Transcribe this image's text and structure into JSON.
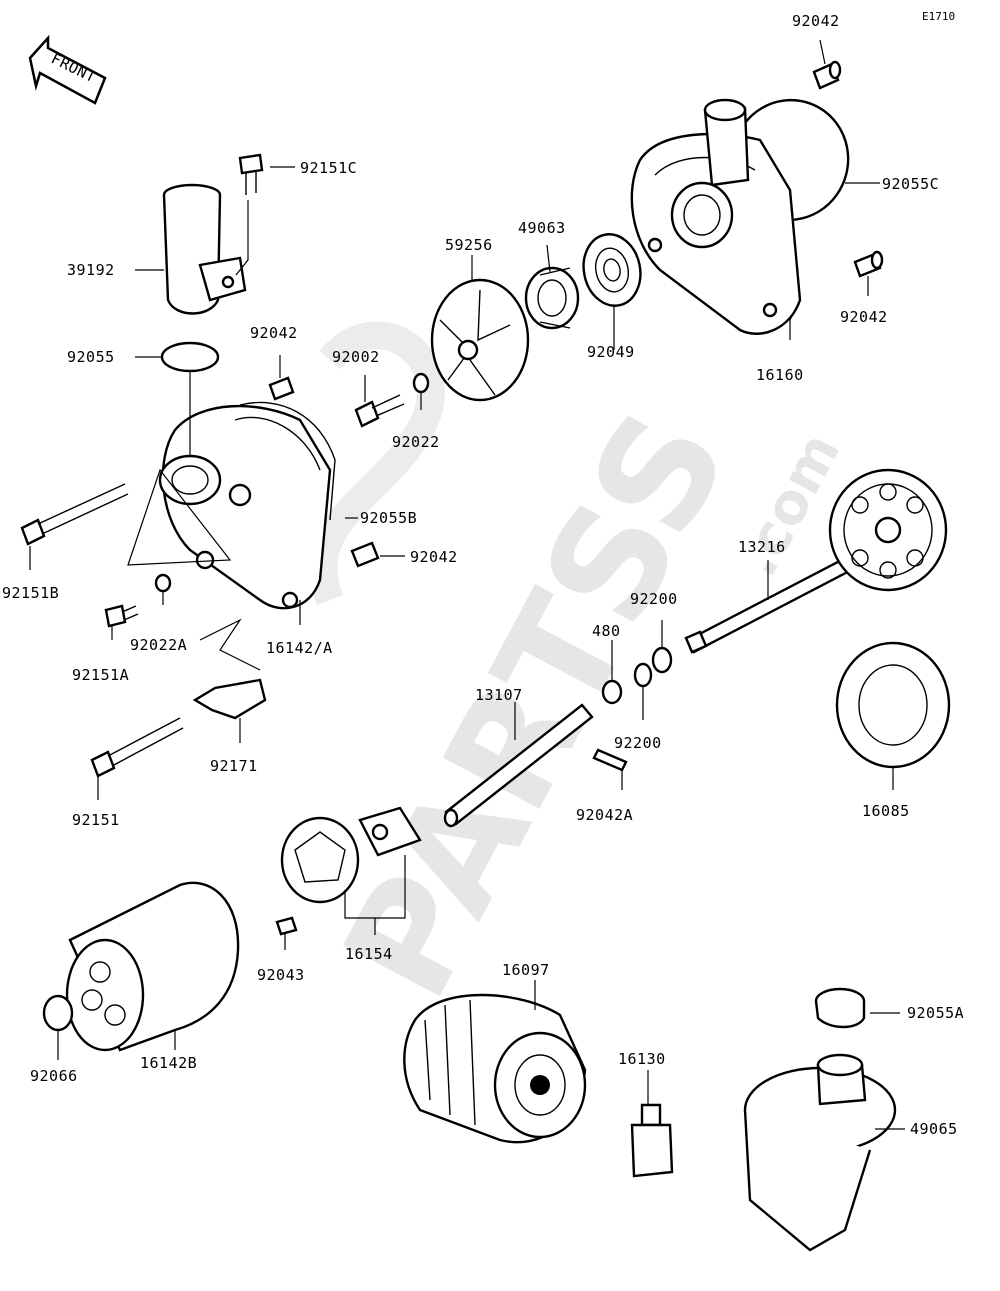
{
  "diagram_code": "E1710",
  "front_label": "FRONT",
  "watermark": {
    "brand": "PARTSS",
    "suffix": ".com"
  },
  "parts": {
    "p92042_top": "92042",
    "p92055C": "92055C",
    "p92042_right": "92042",
    "p16160": "16160",
    "p49063": "49063",
    "p92049": "92049",
    "p59256": "59256",
    "p92002": "92002",
    "p92022": "92022",
    "p92151C": "92151C",
    "p39192": "39192",
    "p92055": "92055",
    "p92042_mid": "92042",
    "p92055B": "92055B",
    "p92042_b": "92042",
    "p92151B": "92151B",
    "p92022A": "92022A",
    "p16142A": "16142/A",
    "p92151A": "92151A",
    "p92171": "92171",
    "p92151": "92151",
    "p13216": "13216",
    "p92200_a": "92200",
    "p480": "480",
    "p13107": "13107",
    "p92200_b": "92200",
    "p92042A": "92042A",
    "p16085": "16085",
    "p16154": "16154",
    "p92043": "92043",
    "p16097": "16097",
    "p16130": "16130",
    "p92066": "92066",
    "p16142B": "16142B",
    "p92055A": "92055A",
    "p49065": "49065"
  }
}
